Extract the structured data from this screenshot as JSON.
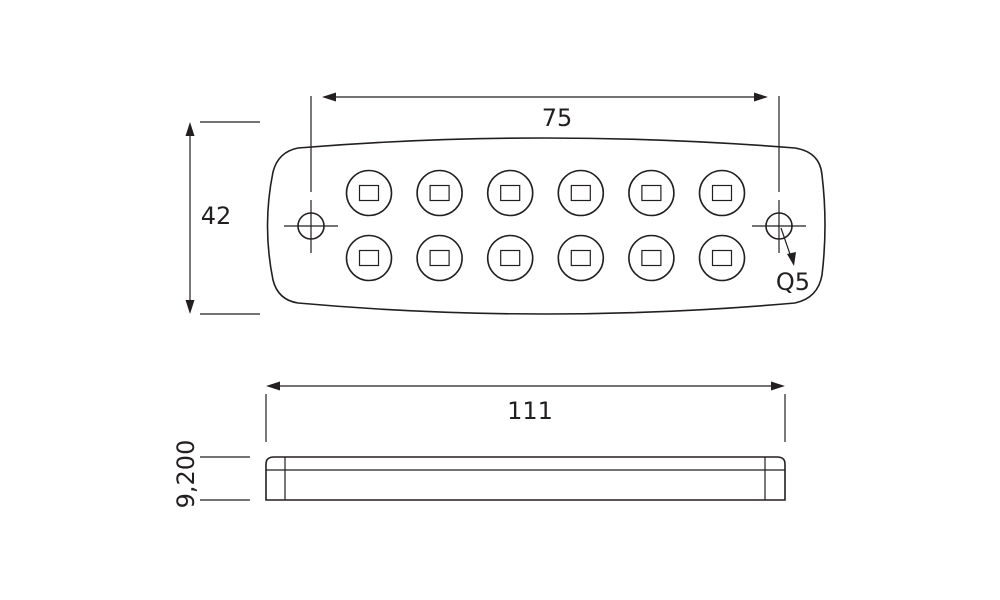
{
  "dimensions": {
    "hole_spacing": "75",
    "height": "42",
    "hole_diameter": "Q5",
    "length": "111",
    "thickness": "9,200"
  },
  "led_rows": 2,
  "led_columns": 6,
  "colors": {
    "line": "#231f20",
    "background": "#ffffff"
  }
}
